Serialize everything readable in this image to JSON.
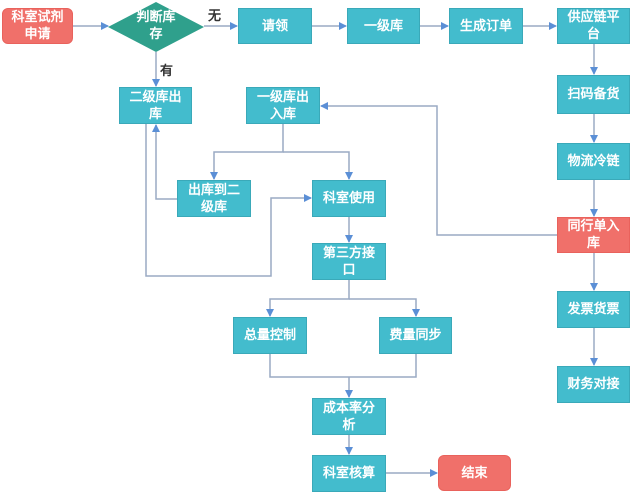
{
  "diagram": {
    "colors": {
      "process": "#43bccd",
      "highlight": "#f0706a",
      "decision": "#2fa08c",
      "line": "#9aaac4",
      "arrow": "#5b8fd6"
    },
    "nodes": {
      "start": "科室试剂申请",
      "decision": "判断库存",
      "request": "请领",
      "level1": "一级库",
      "order": "生成订单",
      "supply": "供应链平台",
      "scan": "扫码备货",
      "logistics": "物流冷链",
      "receipt": "同行单入库",
      "invoice": "发票货票",
      "finance": "财务对接",
      "level2_out": "二级库出库",
      "level1_io": "一级库出入库",
      "to_level2": "出库到二级库",
      "dept_use": "科室使用",
      "third_party": "第三方接口",
      "total_ctrl": "总量控制",
      "fee_sync": "费量同步",
      "cost_analysis": "成本率分析",
      "dept_account": "科室核算",
      "end": "结束"
    },
    "edge_labels": {
      "no_stock": "无",
      "has_stock": "有"
    }
  }
}
